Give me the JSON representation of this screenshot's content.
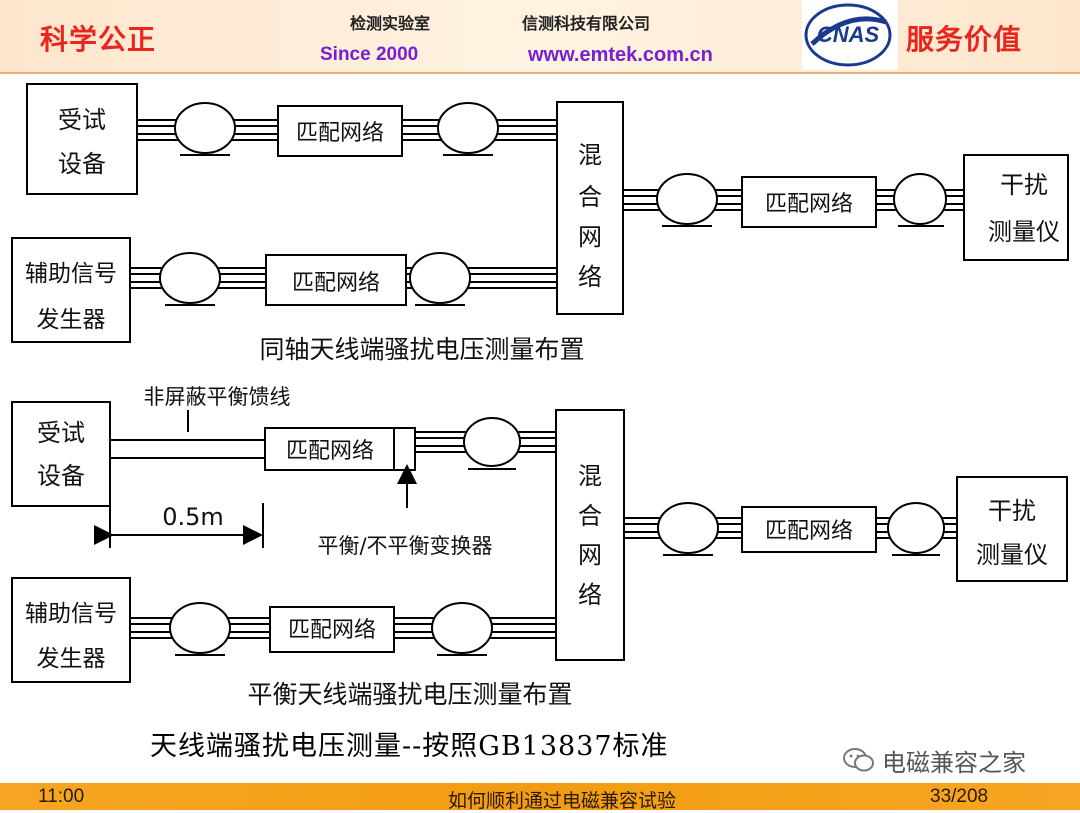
{
  "header": {
    "left_slogan": "科学公正",
    "right_slogan": "服务价值",
    "lab_name": "检测实验室",
    "company_name": "信测科技有限公司",
    "since": "Since 2000",
    "website": "www.emtek.com.cn",
    "logo_text": "CNAS"
  },
  "diagram1": {
    "eut": [
      "受试",
      "设备"
    ],
    "aux_generator": [
      "辅助信号",
      "发生器"
    ],
    "matching_network": "匹配网络",
    "mixing_network": [
      "混",
      "合",
      "网",
      "络"
    ],
    "receiver": [
      "干扰",
      "测量仪"
    ],
    "caption": "同轴天线端骚扰电压测量布置"
  },
  "diagram2": {
    "eut": [
      "受试",
      "设备"
    ],
    "aux_generator": [
      "辅助信号",
      "发生器"
    ],
    "matching_network": "匹配网络",
    "mixing_network": [
      "混",
      "合",
      "网",
      "络"
    ],
    "receiver": [
      "干扰",
      "测量仪"
    ],
    "feeder_label": "非屏蔽平衡馈线",
    "distance_label": "0.5m",
    "balun_label": "平衡/不平衡变换器",
    "caption": "平衡天线端骚扰电压测量布置"
  },
  "standard_title": "天线端骚扰电压测量--按照GB13837标准",
  "watermark": "电磁兼容之家",
  "footer": {
    "time": "11:00",
    "title": "如何顺利通过电磁兼容试验",
    "page": "33/208"
  },
  "colors": {
    "slogan": "#e8261e",
    "url": "#7a1fd0",
    "footer_bar": "#f39c12",
    "logo": "#1a3a8f"
  }
}
